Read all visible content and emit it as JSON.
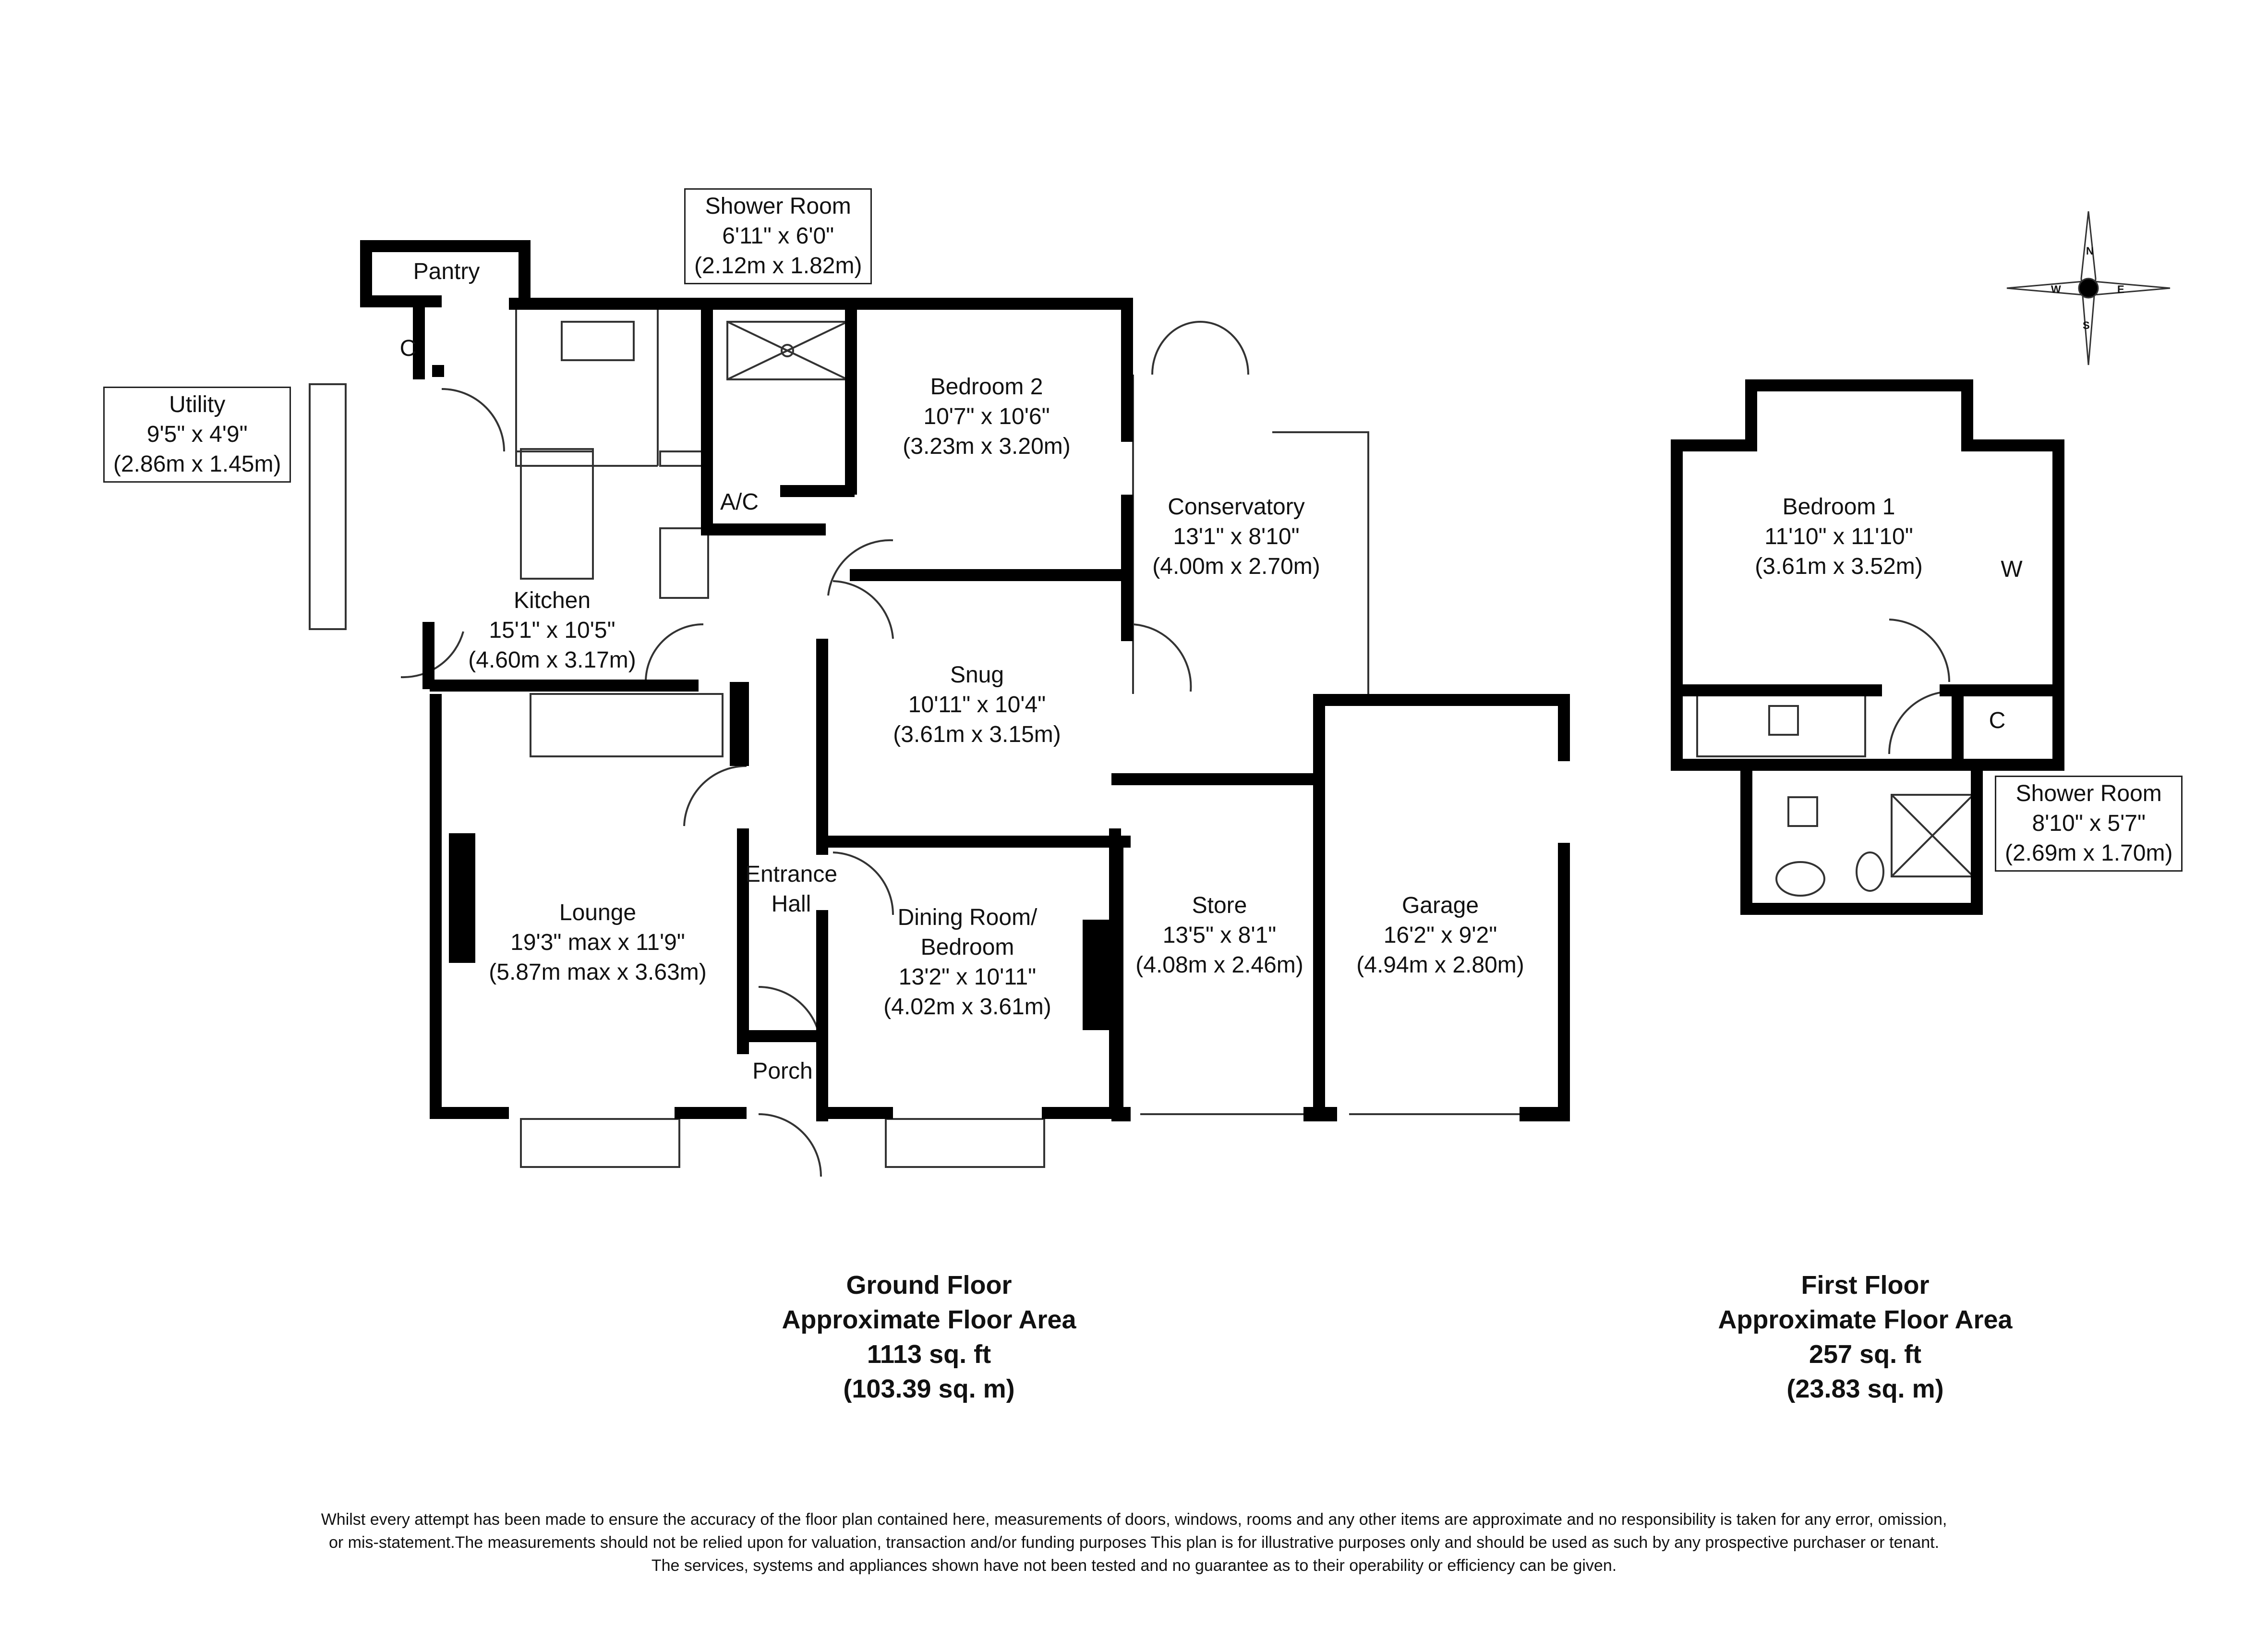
{
  "rooms": {
    "pantry": {
      "name": "Pantry"
    },
    "cupboard_ground": {
      "name": "C"
    },
    "kitchen": {
      "name": "Kitchen",
      "imperial": "15'1\" x 10'5\"",
      "metric": "(4.60m x 3.17m)"
    },
    "ac": {
      "name": "A/C"
    },
    "bedroom2": {
      "name": "Bedroom 2",
      "imperial": "10'7\" x 10'6\"",
      "metric": "(3.23m x 3.20m)"
    },
    "conservatory": {
      "name": "Conservatory",
      "imperial": "13'1\" x 8'10\"",
      "metric": "(4.00m x 2.70m)"
    },
    "snug": {
      "name": "Snug",
      "imperial": "10'11\" x 10'4\"",
      "metric": "(3.61m x 3.15m)"
    },
    "entrance_hall": {
      "line1": "Entrance",
      "line2": "Hall"
    },
    "lounge": {
      "name": "Lounge",
      "imperial": "19'3\" max x 11'9\"",
      "metric": "(5.87m max x 3.63m)"
    },
    "dining": {
      "line1": "Dining Room/",
      "line2": "Bedroom",
      "imperial": "13'2\" x 10'11\"",
      "metric": "(4.02m x 3.61m)"
    },
    "porch": {
      "name": "Porch"
    },
    "store": {
      "name": "Store",
      "imperial": "13'5\" x 8'1\"",
      "metric": "(4.08m x 2.46m)"
    },
    "garage": {
      "name": "Garage",
      "imperial": "16'2\" x 9'2\"",
      "metric": "(4.94m x 2.80m)"
    },
    "bedroom1": {
      "name": "Bedroom 1",
      "imperial": "11'10\" x 11'10\"",
      "metric": "(3.61m x 3.52m)"
    },
    "wardrobe": {
      "name": "W"
    },
    "cupboard_first": {
      "name": "C"
    }
  },
  "callouts": {
    "shower_ground": {
      "name": "Shower Room",
      "imperial": "6'11\" x 6'0\"",
      "metric": "(2.12m x 1.82m)"
    },
    "utility": {
      "name": "Utility",
      "imperial": "9'5\" x 4'9\"",
      "metric": "(2.86m x 1.45m)"
    },
    "shower_first": {
      "name": "Shower Room",
      "imperial": "8'10\" x 5'7\"",
      "metric": "(2.69m x 1.70m)"
    }
  },
  "floors": {
    "ground": {
      "title": "Ground Floor",
      "subtitle": "Approximate Floor Area",
      "sqft": "1113 sq. ft",
      "sqm": "(103.39 sq. m)"
    },
    "first": {
      "title": "First Floor",
      "subtitle": "Approximate Floor Area",
      "sqft": "257 sq. ft",
      "sqm": "(23.83 sq. m)"
    }
  },
  "compass": {
    "n": "N",
    "e": "E",
    "s": "S",
    "w": "W"
  },
  "disclaimer": {
    "line1": "Whilst every attempt has been made to ensure the accuracy of the floor plan contained here, measurements of doors, windows, rooms and any other items are approximate and no responsibility is taken for any error, omission,",
    "line2": "or mis-statement.The measurements should not be relied upon for valuation, transaction and/or funding purposes This plan is for illustrative purposes only and should be used as such by any prospective purchaser or tenant.",
    "line3": "The services, systems and appliances shown have not been tested and no guarantee as to their operability or efficiency can be given."
  },
  "colors": {
    "wall": "#000000",
    "line": "#333333"
  }
}
